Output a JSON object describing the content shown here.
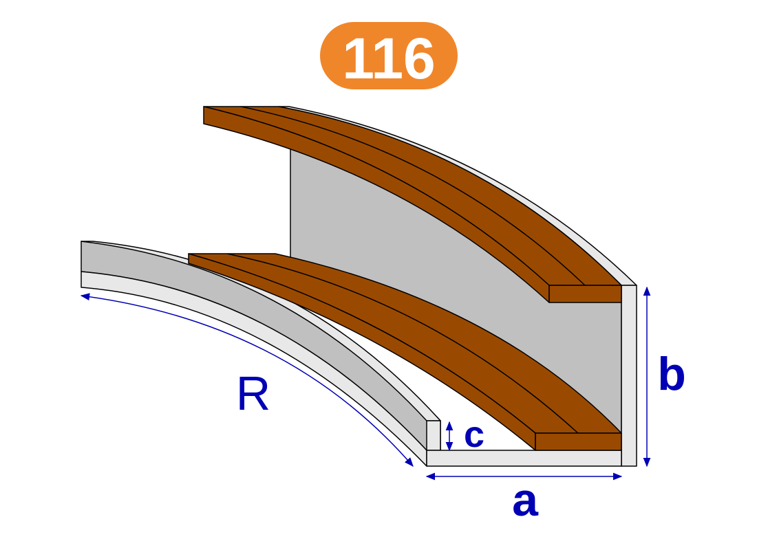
{
  "badge": {
    "number": "116"
  },
  "dimensions": {
    "radius": "R",
    "width": "a",
    "height": "b",
    "lip": "c"
  },
  "colors": {
    "badge": "#F0862A",
    "wood": "#9A4A00",
    "profile_face": "#C0C0C0",
    "profile_edge": "#E8E8E8",
    "dimension": "#0000B4"
  }
}
